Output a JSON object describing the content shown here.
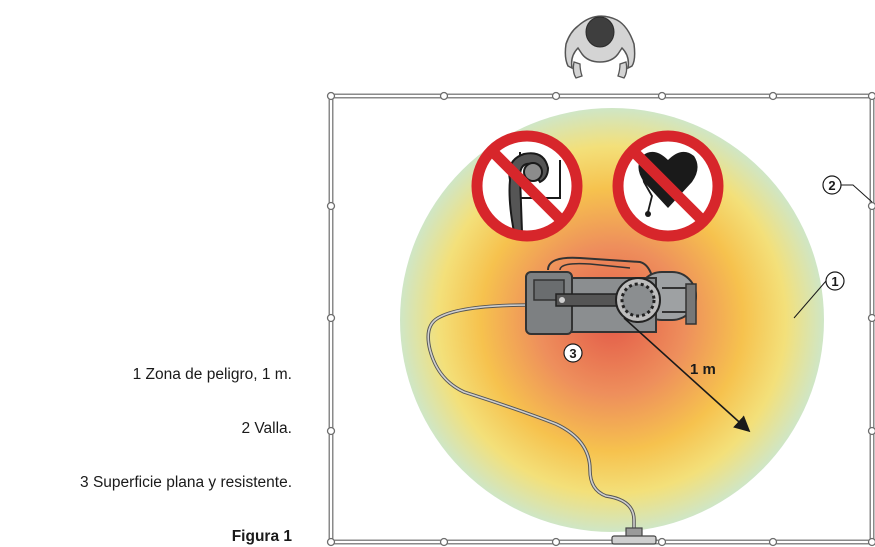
{
  "legend": {
    "item1": "1 Zona de peligro, 1 m.",
    "item2": "2 Valla.",
    "item3": "3 Superficie plana y resistente."
  },
  "caption": "Figura 1",
  "diagram": {
    "distance_label": "1 m",
    "callouts": {
      "zone": "1",
      "fence": "2",
      "surface": "3"
    },
    "warning_signs": [
      "no-metal-implants-sign",
      "no-pacemaker-sign"
    ],
    "colors": {
      "danger_center": "#e8725a",
      "danger_mid": "#f5c04a",
      "danger_edge": "#d4e8c4",
      "sign_red": "#d7262b",
      "fence": "#7a7a7a",
      "device_gray": "#8a8d8f"
    }
  }
}
